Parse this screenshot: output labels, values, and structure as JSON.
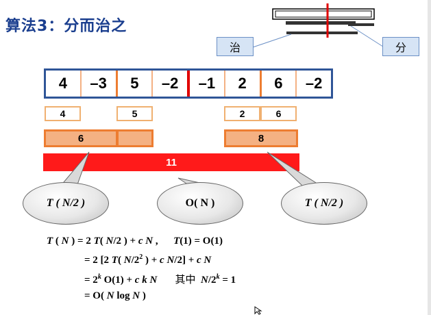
{
  "title": "算法3：分而治之",
  "diagram": {
    "left_label": "治",
    "right_label": "分"
  },
  "array": [
    "4",
    "–3",
    "5",
    "–2",
    "–1",
    "2",
    "6",
    "–2"
  ],
  "small_values": {
    "a": "4",
    "b": "5",
    "c": "2",
    "d": "6"
  },
  "merged_values": {
    "left": "6",
    "right": "8"
  },
  "total_value": "11",
  "callouts": {
    "left": "T ( N/2 )",
    "middle": "O( N )",
    "right": "T ( N/2 )"
  },
  "formulas": {
    "line1_part1": "= 2",
    "line1_part2": "= O(1)",
    "line2": "= 2 [2",
    "line3_note": "其中",
    "line4": "= O("
  },
  "colors": {
    "title": "#1b3f8f",
    "array_border": "#2f5597",
    "accent_orange": "#ed7d31",
    "merge_fill": "#f4b183",
    "total_fill": "#ff1a1a"
  }
}
